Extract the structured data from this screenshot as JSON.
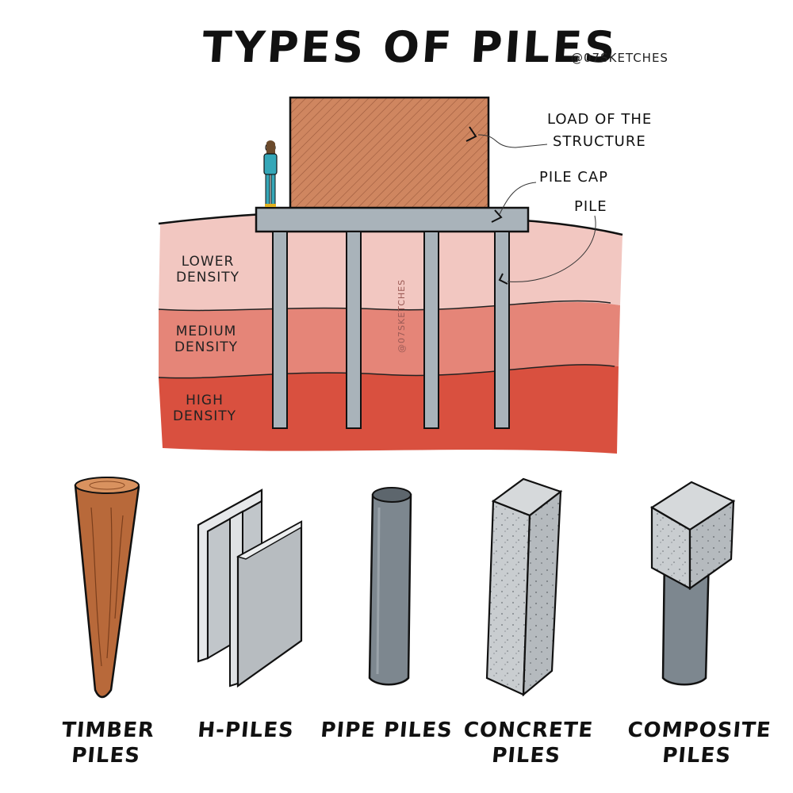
{
  "title": "TYPES OF PILES",
  "handle": "@07SKETCHES",
  "watermark": "@07SKETCHES",
  "callouts": {
    "load_line1": "LOAD OF THE",
    "load_line2": "STRUCTURE",
    "pile_cap": "PILE CAP",
    "pile": "PILE"
  },
  "soil_layers": [
    {
      "line1": "LOWER",
      "line2": "DENSITY",
      "color": "#f2c7c1"
    },
    {
      "line1": "MEDIUM",
      "line2": "DENSITY",
      "color": "#e58578"
    },
    {
      "line1": "HIGH",
      "line2": "DENSITY",
      "color": "#d9503f"
    }
  ],
  "pile_types": [
    {
      "line1": "TIMBER",
      "line2": "PILES"
    },
    {
      "line1": "H-PILES",
      "line2": ""
    },
    {
      "line1": "PIPE PILES",
      "line2": ""
    },
    {
      "line1": "CONCRETE",
      "line2": "PILES"
    },
    {
      "line1": "COMPOSITE",
      "line2": "PILES"
    }
  ],
  "colors": {
    "load_block": "#cf8660",
    "pile_steel": "#a9b3ba",
    "timber": "#b8693a",
    "pipe": "#7d878f",
    "concrete": "#c9cdd0",
    "h_pile": "#d4d7d9",
    "person": "#35a7b8"
  }
}
